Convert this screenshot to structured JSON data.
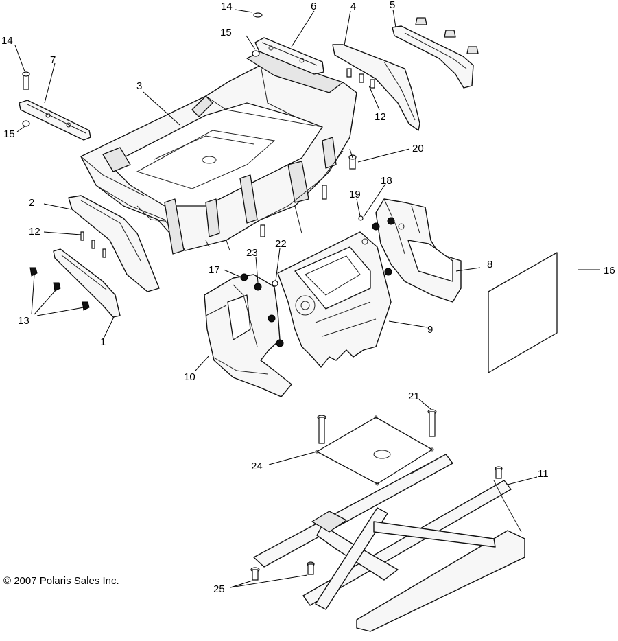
{
  "diagram": {
    "copyright": "© 2007 Polaris Sales Inc.",
    "parts": [
      {
        "id": "1"
      },
      {
        "id": "2"
      },
      {
        "id": "3"
      },
      {
        "id": "4"
      },
      {
        "id": "5"
      },
      {
        "id": "6"
      },
      {
        "id": "7"
      },
      {
        "id": "8"
      },
      {
        "id": "9"
      },
      {
        "id": "10"
      },
      {
        "id": "11"
      },
      {
        "id": "12"
      },
      {
        "id": "13"
      },
      {
        "id": "14"
      },
      {
        "id": "15"
      },
      {
        "id": "16"
      },
      {
        "id": "17"
      },
      {
        "id": "18"
      },
      {
        "id": "19"
      },
      {
        "id": "20"
      },
      {
        "id": "21"
      },
      {
        "id": "22"
      },
      {
        "id": "23"
      },
      {
        "id": "24"
      },
      {
        "id": "25"
      }
    ]
  }
}
